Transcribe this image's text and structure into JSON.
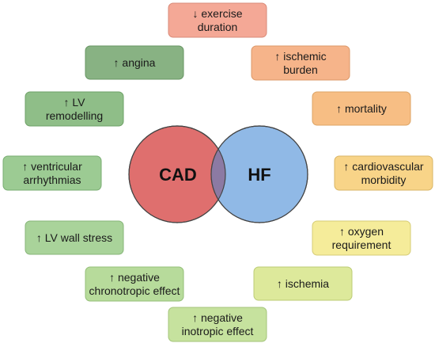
{
  "circles": {
    "cad": {
      "label": "CAD",
      "color": "#df6f6e"
    },
    "hf": {
      "label": "HF",
      "color": "#90b9e6"
    },
    "overlap_color": "#8c7aa3"
  },
  "boxes": [
    {
      "id": "exercise-duration",
      "lines": [
        "↓ exercise",
        "duration"
      ],
      "fill": "#f4a896",
      "stroke": "#d98a78"
    },
    {
      "id": "ischemic-burden",
      "lines": [
        "↑ ischemic",
        "burden"
      ],
      "fill": "#f6b48a",
      "stroke": "#dc9868"
    },
    {
      "id": "mortality",
      "lines": [
        "↑ mortality"
      ],
      "fill": "#f7be84",
      "stroke": "#dca466"
    },
    {
      "id": "cardiovascular-morbidity",
      "lines": [
        "↑ cardiovascular",
        "morbidity"
      ],
      "fill": "#f8d488",
      "stroke": "#d9b666"
    },
    {
      "id": "oxygen-requirement",
      "lines": [
        "↑ oxygen",
        "requirement"
      ],
      "fill": "#f5ec9a",
      "stroke": "#d6cc76"
    },
    {
      "id": "ischemia",
      "lines": [
        "↑ ischemia"
      ],
      "fill": "#dde99b",
      "stroke": "#bccc76"
    },
    {
      "id": "negative-inotropic-effect",
      "lines": [
        "↑ negative",
        "inotropic effect"
      ],
      "fill": "#c6e29e",
      "stroke": "#a4c47a"
    },
    {
      "id": "negative-chronotropic-effect",
      "lines": [
        "↑ negative",
        "chronotropic effect"
      ],
      "fill": "#b7db9b",
      "stroke": "#94bf78"
    },
    {
      "id": "lv-wall-stress",
      "lines": [
        "↑ LV wall stress"
      ],
      "fill": "#a9d39a",
      "stroke": "#86b578"
    },
    {
      "id": "ventricular-arrhythmias",
      "lines": [
        "↑ ventricular",
        "arrhythmias"
      ],
      "fill": "#9ccb93",
      "stroke": "#79ad72"
    },
    {
      "id": "lv-remodelling",
      "lines": [
        "↑ LV",
        "remodelling"
      ],
      "fill": "#8fbe88",
      "stroke": "#6ea167"
    },
    {
      "id": "angina",
      "lines": [
        "↑ angina"
      ],
      "fill": "#88b283",
      "stroke": "#679563"
    }
  ]
}
